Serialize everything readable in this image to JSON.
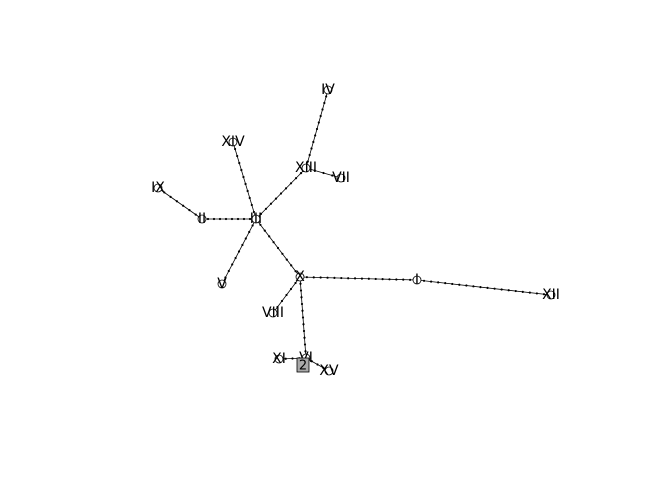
{
  "diagram": {
    "type": "haplotype-network",
    "nodes": [
      {
        "id": "I",
        "label": "I"
      },
      {
        "id": "II",
        "label": "II"
      },
      {
        "id": "III",
        "label": "III"
      },
      {
        "id": "IV",
        "label": "IV"
      },
      {
        "id": "V",
        "label": "V"
      },
      {
        "id": "VI",
        "label": "VI"
      },
      {
        "id": "VII",
        "label": "VII"
      },
      {
        "id": "VIII",
        "label": "VIII"
      },
      {
        "id": "IX",
        "label": "IX"
      },
      {
        "id": "X",
        "label": "X"
      },
      {
        "id": "XI",
        "label": "XI"
      },
      {
        "id": "XII",
        "label": "XII"
      },
      {
        "id": "XIII",
        "label": "XIII"
      },
      {
        "id": "XIV",
        "label": "XIV"
      },
      {
        "id": "XV",
        "label": "XV"
      }
    ],
    "edges": [
      {
        "from": "IX",
        "to": "II",
        "steps": 6
      },
      {
        "from": "II",
        "to": "III",
        "steps": 8
      },
      {
        "from": "III",
        "to": "XIV",
        "steps": 10
      },
      {
        "from": "III",
        "to": "XIII",
        "steps": 9
      },
      {
        "from": "XIII",
        "to": "IV",
        "steps": 11
      },
      {
        "from": "XIII",
        "to": "VII",
        "steps": 3
      },
      {
        "from": "III",
        "to": "V",
        "steps": 9
      },
      {
        "from": "III",
        "to": "X",
        "steps": 9
      },
      {
        "from": "X",
        "to": "VIII",
        "steps": 5
      },
      {
        "from": "X",
        "to": "I",
        "steps": 16
      },
      {
        "from": "I",
        "to": "XII",
        "steps": 18
      },
      {
        "from": "X",
        "to": "VI",
        "steps": 11
      },
      {
        "from": "VI",
        "to": "XI",
        "steps": 3
      },
      {
        "from": "VI",
        "to": "XV",
        "steps": 3
      }
    ],
    "marker": {
      "label": "2",
      "color": "#a9a9a9"
    }
  }
}
